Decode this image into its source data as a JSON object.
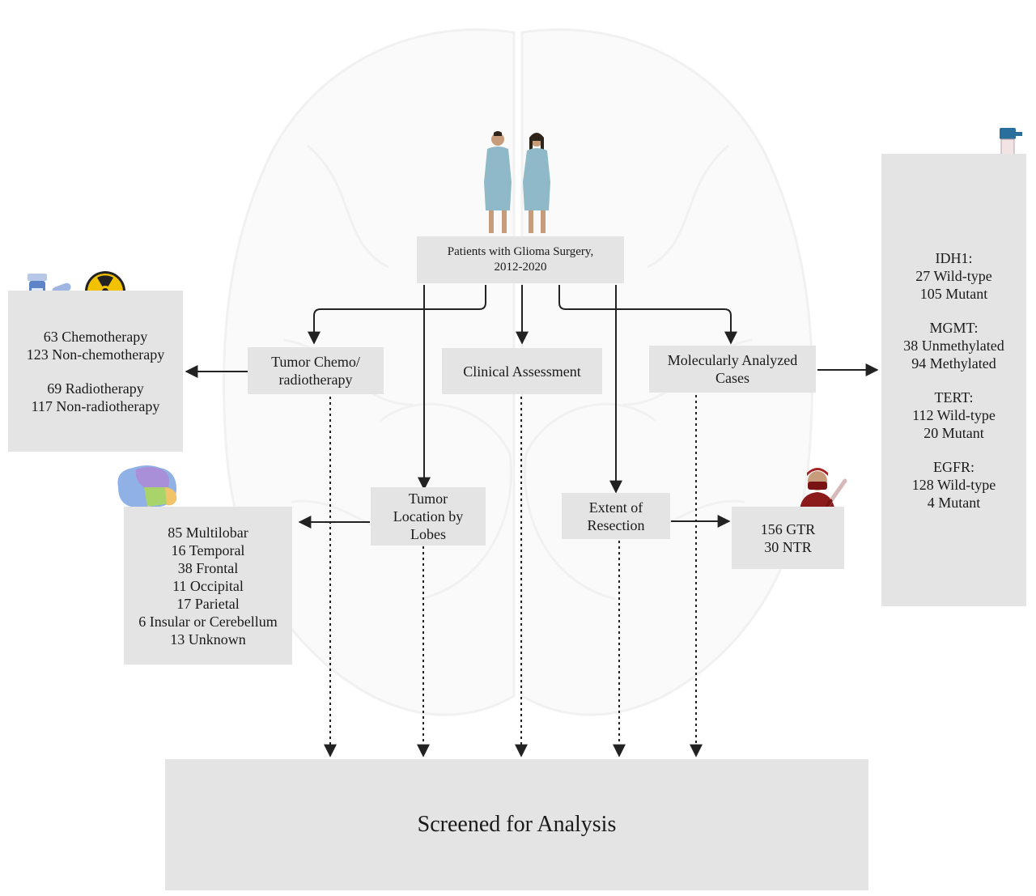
{
  "root": {
    "line1": "Patients with Glioma Surgery,",
    "line2": "2012-2020"
  },
  "categories": {
    "chemo_radio": {
      "line1": "Tumor Chemo/",
      "line2": "radiotherapy"
    },
    "clinical": {
      "label": "Clinical Assessment"
    },
    "molecular": {
      "line1": "Molecularly Analyzed",
      "line2": "Cases"
    },
    "location": {
      "line1": "Tumor",
      "line2": "Location by",
      "line3": "Lobes"
    },
    "resection": {
      "line1": "Extent of",
      "line2": "Resection"
    }
  },
  "treatment_results": {
    "chemo": "63 Chemotherapy",
    "non_chemo": "123 Non-chemotherapy",
    "radio": "69 Radiotherapy",
    "non_radio": "117 Non-radiotherapy"
  },
  "lobe_results": [
    "85 Multilobar",
    "16 Temporal",
    "38 Frontal",
    "11 Occipital",
    "17 Parietal",
    "6 Insular or Cerebellum",
    "13 Unknown"
  ],
  "resection_results": {
    "gtr": "156 GTR",
    "ntr": "30 NTR"
  },
  "molecular_results": [
    {
      "gene": "IDH1:",
      "a": "27  Wild-type",
      "b": "105  Mutant"
    },
    {
      "gene": "MGMT:",
      "a": "38  Unmethylated",
      "b": "94  Methylated"
    },
    {
      "gene": "TERT:",
      "a": "112  Wild-type",
      "b": "20  Mutant"
    },
    {
      "gene": "EGFR:",
      "a": "128 Wild-type",
      "b": "4 Mutant"
    }
  ],
  "final": {
    "label": "Screened for Analysis"
  },
  "icons": [
    "patients-icon",
    "pill-bottle-icon",
    "capsules-icon",
    "radiation-icon",
    "brain-icon",
    "surgeon-icon",
    "test-tube-icon",
    "brain-watermark-icon"
  ],
  "colors": {
    "box": "#e4e4e4",
    "arrow": "#222222",
    "radiation": "#f2c200",
    "surgeon": "#8b1a1a",
    "gown": "#8fb8c8"
  }
}
